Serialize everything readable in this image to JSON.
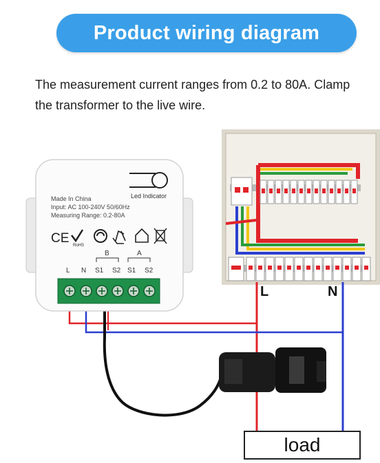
{
  "header": {
    "title": "Product wiring diagram"
  },
  "description": {
    "line1": "The measurement current ranges from 0.2 to 80A. Clamp",
    "line2": "the transformer to the live wire."
  },
  "device": {
    "led_label": "Led Indicator",
    "made_in": "Made In China",
    "input_spec": "Input: AC 100-240V 50/60Hz",
    "range_spec": "Measuring Range: 0.2-80A",
    "cert_ce": "CE",
    "cert_rohs": "RoHS",
    "group_b": "B",
    "group_a": "A",
    "terminals": [
      "L",
      "N",
      "S1",
      "S2",
      "S1",
      "S2"
    ]
  },
  "panel": {
    "label_l": "L",
    "label_n": "N"
  },
  "load": {
    "label": "load"
  },
  "colors": {
    "accent": "#3a9fe8",
    "live_wire": "#e0242a",
    "neutral_wire": "#2b3fd0",
    "terminal_green": "#1f8f4a"
  }
}
